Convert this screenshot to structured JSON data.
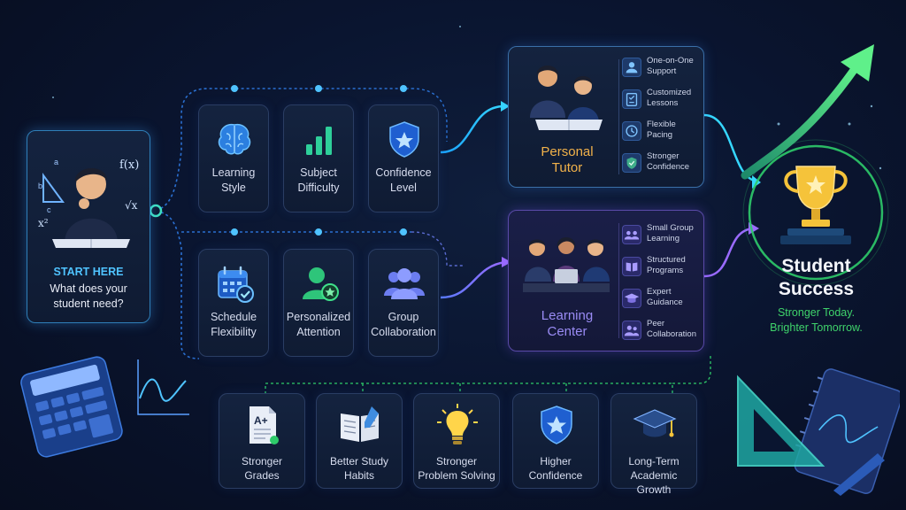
{
  "start": {
    "heading": "START HERE",
    "question": "What does your\nstudent need?",
    "icon": "student-thinking-illustration"
  },
  "factors": {
    "top": [
      {
        "label": "Learning\nStyle",
        "icon": "brain-icon"
      },
      {
        "label": "Subject\nDifficulty",
        "icon": "bar-chart-icon"
      },
      {
        "label": "Confidence\nLevel",
        "icon": "shield-star-icon"
      }
    ],
    "bottom": [
      {
        "label": "Schedule\nFlexibility",
        "icon": "calendar-check-icon"
      },
      {
        "label": "Personalized\nAttention",
        "icon": "person-star-icon"
      },
      {
        "label": "Group\nCollaboration",
        "icon": "group-icon"
      }
    ]
  },
  "options": {
    "tutor": {
      "title": "Personal\nTutor",
      "features": [
        {
          "label": "One-on-One\nSupport",
          "icon": "person-icon"
        },
        {
          "label": "Customized\nLessons",
          "icon": "checklist-icon"
        },
        {
          "label": "Flexible\nPacing",
          "icon": "clock-icon"
        },
        {
          "label": "Stronger\nConfidence",
          "icon": "shield-check-icon"
        }
      ]
    },
    "center": {
      "title": "Learning\nCenter",
      "features": [
        {
          "label": "Small Group\nLearning",
          "icon": "group-icon"
        },
        {
          "label": "Structured\nPrograms",
          "icon": "book-icon"
        },
        {
          "label": "Expert\nGuidance",
          "icon": "graduation-cap-icon"
        },
        {
          "label": "Peer\nCollaboration",
          "icon": "people-icon"
        }
      ]
    }
  },
  "success": {
    "title": "Student\nSuccess",
    "tagline": "Stronger Today.\nBrighter Tomorrow.",
    "icon": "trophy-icon"
  },
  "outcomes": [
    {
      "label": "Stronger\nGrades",
      "icon": "grade-paper-icon"
    },
    {
      "label": "Better Study\nHabits",
      "icon": "open-book-icon"
    },
    {
      "label": "Stronger\nProblem Solving",
      "icon": "lightbulb-icon"
    },
    {
      "label": "Higher\nConfidence",
      "icon": "shield-star-icon"
    },
    {
      "label": "Long-Term\nAcademic Growth",
      "icon": "graduation-cap-icon"
    }
  ],
  "colors": {
    "accent_blue": "#4fc3ff",
    "tutor_gold": "#f2b24a",
    "center_purple": "#9a8cf5",
    "success_green": "#3fd36b",
    "trophy_gold": "#f5c33a"
  }
}
